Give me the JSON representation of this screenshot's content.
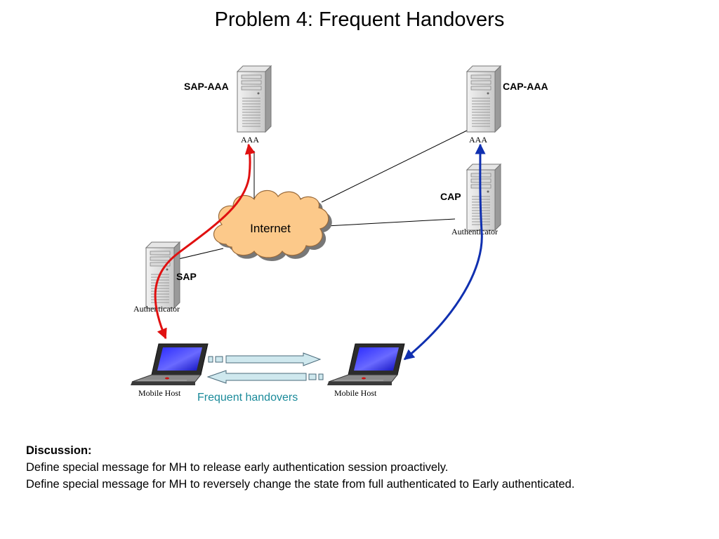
{
  "title": "Problem 4: Frequent Handovers",
  "labels": {
    "sap_aaa": "SAP-AAA",
    "cap_aaa": "CAP-AAA",
    "aaa_left": "AAA",
    "aaa_right": "AAA",
    "internet": "Internet",
    "cap": "CAP",
    "sap": "SAP",
    "authenticator_left": "Authenticator",
    "authenticator_right": "Authenticator",
    "mobile_host_left": "Mobile Host",
    "mobile_host_right": "Mobile Host",
    "frequent_handovers": "Frequent handovers"
  },
  "discussion": {
    "heading": "Discussion:",
    "lines": [
      "Define special message for MH to release early authentication session proactively.",
      "Define special message for MH to reversely change the state from full authenticated to Early authenticated."
    ]
  },
  "colors": {
    "red_arrow": "#e01010",
    "blue_arrow": "#1030b0",
    "cloud_fill": "#fcc98a",
    "handover_arrow_fill": "#cfe8ee",
    "handover_text": "#1a8a9a"
  }
}
